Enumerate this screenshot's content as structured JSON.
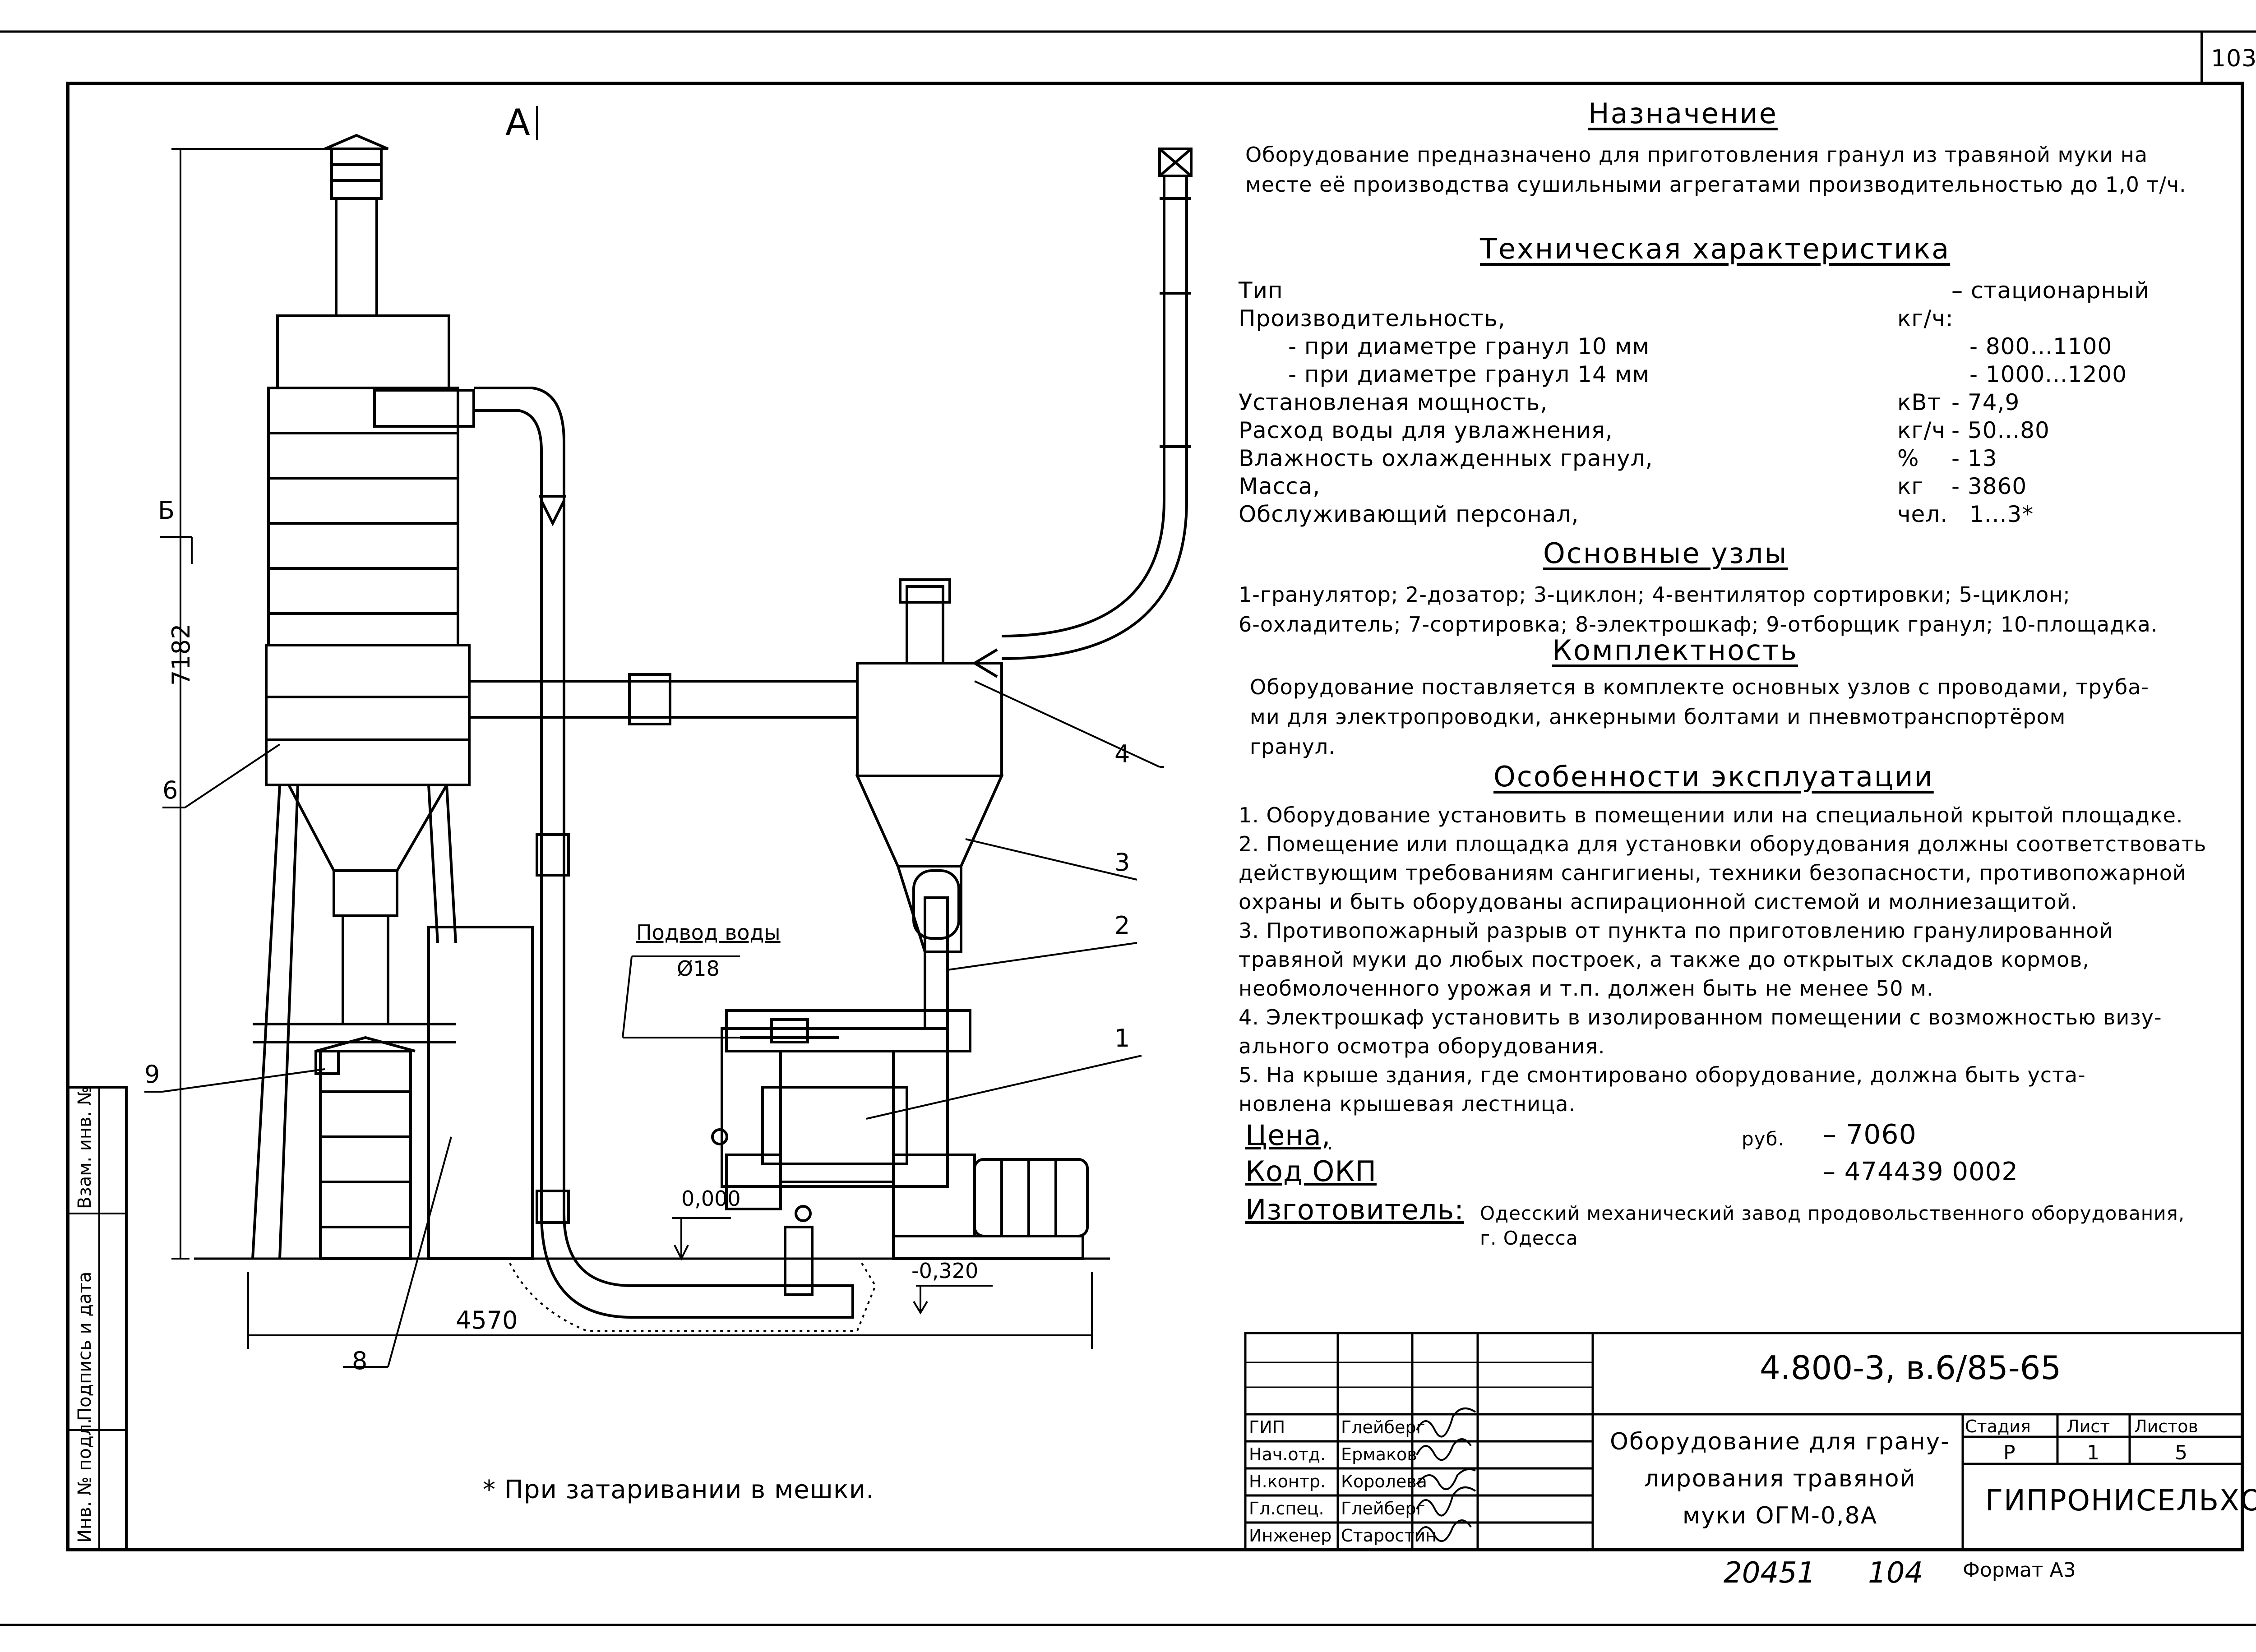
{
  "page_number": "103",
  "view_label": "А",
  "section_label": "Б",
  "dims": {
    "height": "7182",
    "width": "4570",
    "level_zero": "0,000",
    "level_pit": "-0,320"
  },
  "water": {
    "label": "Подвод воды",
    "diameter": "Ø18"
  },
  "callouts": [
    "1",
    "2",
    "3",
    "4",
    "6",
    "8",
    "9"
  ],
  "footnote": "* При затаривании в мешки.",
  "purpose": {
    "title": "Назначение",
    "lines": [
      "Оборудование предназначено для приготовления гранул из травяной муки на",
      "месте её производства сушильными агрегатами производительностью до 1,0 т/ч."
    ]
  },
  "tech": {
    "title": "Техническая характеристика",
    "rows": [
      {
        "label": "Тип",
        "unit": "",
        "value": "– стационарный"
      },
      {
        "label": "Производительность,",
        "unit": "кг/ч:",
        "value": ""
      },
      {
        "label": "- при диаметре гранул 10 мм",
        "unit": "",
        "value": "- 800...1100"
      },
      {
        "label": "- при диаметре гранул 14 мм",
        "unit": "",
        "value": "- 1000...1200"
      },
      {
        "label": "Установленая мощность,",
        "unit": "кВт",
        "value": "- 74,9"
      },
      {
        "label": "Расход воды для увлажнения,",
        "unit": "кг/ч",
        "value": "- 50...80"
      },
      {
        "label": "Влажность охлажденных гранул,",
        "unit": "%",
        "value": "- 13"
      },
      {
        "label": "Масса,",
        "unit": "кг",
        "value": "- 3860"
      },
      {
        "label": "Обслуживающий персонал,",
        "unit": "чел.",
        "value": "1...3*"
      }
    ]
  },
  "units": {
    "title": "Основные узлы",
    "lines": [
      "1-гранулятор; 2-дозатор; 3-циклон; 4-вентилятор сортировки; 5-циклон;",
      "6-охладитель; 7-сортировка; 8-электрошкаф; 9-отборщик гранул; 10-площадка."
    ]
  },
  "complete": {
    "title": "Комплектность",
    "lines": [
      "Оборудование поставляется в комплекте основных узлов с проводами, труба-",
      "ми для электропроводки, анкерными болтами и пневмотранспортёром",
      "гранул."
    ]
  },
  "operation": {
    "title": "Особенности эксплуатации",
    "lines": [
      "1. Оборудование установить в помещении или на специальной крытой площадке.",
      "2. Помещение или площадка для установки оборудования должны соответствовать",
      "действующим требованиям сангигиены, техники безопасности, противопожарной",
      "охраны и быть оборудованы аспирационной системой и молниезащитой.",
      "3. Противопожарный разрыв от пункта по приготовлению гранулированной",
      "травяной муки до любых построек, а также до открытых складов кормов,",
      "необмолоченного урожая и т.п. должен быть не менее 50 м.",
      "4. Электрошкаф установить в изолированном помещении с возможностью визу-",
      "ального осмотра оборудования.",
      "5. На крыше здания, где смонтировано оборудование, должна быть уста-",
      "новлена крышевая лестница."
    ]
  },
  "price": {
    "label": "Цена,",
    "unit": "руб.",
    "value": "– 7060"
  },
  "okp": {
    "label": "Код ОКП",
    "value": "– 474439 0002"
  },
  "maker": {
    "label": "Изготовитель:",
    "line1": "Одесский механический завод продовольственного оборудования,",
    "line2": "г. Одесса"
  },
  "title_block": {
    "code": "4.800-3, в.6/85-65",
    "name_lines": [
      "Оборудование для грану-",
      "лирования травяной",
      "муки ОГМ-0,8А"
    ],
    "headers": {
      "stage": "Стадия",
      "sheet": "Лист",
      "sheets": "Листов"
    },
    "values": {
      "stage": "Р",
      "sheet": "1",
      "sheets": "5"
    },
    "org": "ГИПРОНИСЕЛЬХОЗ",
    "roles": [
      {
        "role": "ГИП",
        "name": "Глейберг"
      },
      {
        "role": "Нач.отд.",
        "name": "Ермаков"
      },
      {
        "role": "Н.контр.",
        "name": "Королева"
      },
      {
        "role": "Гл.спец.",
        "name": "Глейберг"
      },
      {
        "role": "Инженер",
        "name": "Старостин"
      }
    ]
  },
  "margin": {
    "inv_orig": "Инв. № подл.",
    "sign_date": "Подпись и дата",
    "inv_replace": "Взам. инв. №"
  },
  "bottom": {
    "num1": "20451",
    "num2": "104",
    "format": "Формат А3"
  }
}
